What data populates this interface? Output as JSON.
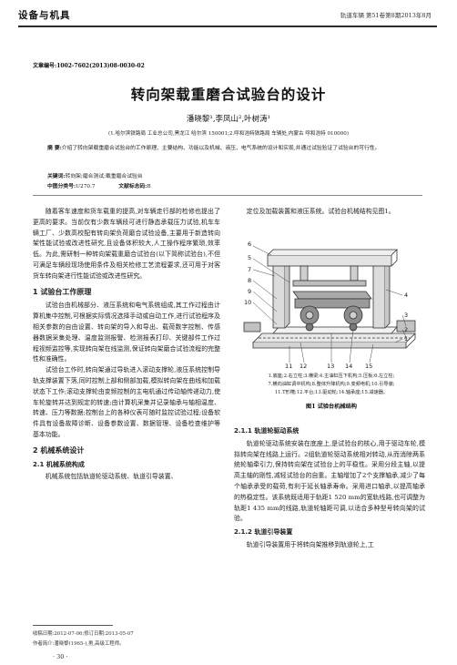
{
  "header": {
    "section": "设备与机具",
    "journal": "轨道车辆  第51卷第8期2013年8月"
  },
  "article_no": "文章编号:1002-7602(2013)08-0030-02",
  "title": "转向架载重磨合试验台的设计",
  "authors": "潘晓黎¹,李凤山²,叶树涛¹",
  "affiliations": "(1.哈尔滨铁路局 工业总公司,黑龙江 哈尔滨 150001;2.呼和浩特铁路局 车辆处,内蒙古 呼和浩特 010000)",
  "abstract": {
    "label": "摘  要:",
    "text": "介绍了转向架载重磨合试验台的工作原理、主要结构、功能以及机械、液压、电气系统的设计和实现,并通过试验验证了试验台的可行性。"
  },
  "keywords": {
    "label": "关键词:",
    "text": "转向架;磨合测试;载重磨合试验台"
  },
  "classification": {
    "clc_label": "中图分类号:",
    "clc": "U270.7",
    "doc_label": "文献标志码:",
    "doc": "B"
  },
  "body_left": {
    "intro": "随着客车速度和货车载重的提高,对车辆走行部的检修也提出了更高的要求。当前仅有少数车辆段可进行静态承载压力试验,机车车辆工厂、少数高校配有转向架负荷磨合试验设备,主要用于新造转向架性能试验或改进性研究,且设备体积较大,人工操作程序繁琐,效率低。为此,需研制一种转向架载重磨合试验台(以下简称试验台),不但可满足车辆段现场使用条件及相关检修工艺流程要求,还可用于对客货车转向架进行性能试验或改进性研究。",
    "sec1_heading": "1  试验台工作原理",
    "sec1_p1": "试验台由机械部分、液压系统和电气系统组成,其工作过程由计算机集中控制,可根据实际情况选择手动或自动工作,进行试验程序及相关参数的自由设置、转向架的导入和导出、载荷数字控制、传感器数据采集处理、温度监测报警、检测报表打印、关键部件工作过程视频监控等,实现转向架在线监测,保证转向架磨合试验流程的完整性和准确性。",
    "sec1_p2": "试验台工作时,转向架通过导轨进入滚动支撑轮,液压系统控制导轨支撑装置下落,同时控制上部和侧部加载,模拟转向架在曲线和加载状态下工作;滚动支撑轮由变频控制的主电机通过传动轴传递动力,使车轮旋转并达到规定的转速;由计算机采集并记录轴承与轴相温度、转速、压力等数据;控制台上的各种仪表可随时监控试验过程;设备软件具有设备故障诊断、设备参数设置、数据管理、设备检查维护等基本功能。",
    "sec2_heading": "2  机械系统设计",
    "sec21_heading": "2.1  机械系统构成",
    "sec21_p1": "机械系统包括轨道轮驱动系统、轨道引导装置、"
  },
  "body_right": {
    "top_text": "定位及加载装置和液压系统。试验台机械结构见图1。",
    "figure": {
      "callouts": [
        "1",
        "2",
        "3",
        "4",
        "5",
        "6",
        "7",
        "8",
        "9",
        "10",
        "11",
        "12",
        "13",
        "14",
        "15"
      ],
      "legend_line1": "1.底座;2.右立柱;3.横梁;4.主油缸压下机构;5.压板;6.左立柱;",
      "legend_line2": "7.横向油缸调中机构;8.整体升降机构;9.变频电机;10.引导装;",
      "legend_line3": "11.T形槽;12.平台;13.驱动轮;14.轴承座;15.减速器。",
      "caption": "图1  试验台机械结构"
    },
    "sec211_heading": "2.1.1  轨道轮驱动系统",
    "sec211_p1": "轨道轮驱动系统安装在底座上,是试验台的核心,用于驱动车轮,模拟转向架在线路上运行。2组轨道轮驱动系统相对转动,从而消除两系统轮轴牵引力,保持转向架在试验台上的平稳性。采用分段主轴,以提高主轴的刚性,减轻试验台的自重。主轴增加了2个支撑轴承,减少了每个轴承承受的载荷,有利于延长轴承寿命。采用进口轴承,以提高轴承的热稳定性。该系统既适用于轨距1 520 mm的宽轨线路,也可调整为轨距1 435 mm的线路,轨道轮轴距可调,以适合多种型号转向架的试验。",
    "sec212_heading": "2.1.2  轨道引导装置",
    "sec212_p1": "轨道引导装置用于将转向架推移到轨道轮上,工"
  },
  "footnotes": {
    "received": "收稿日期:2012-07-06;修订日期:2013-05-07",
    "author_bio": "作者简介:潘晓黎(1965-),男,高级工程师。"
  },
  "page_number": "· 30 ·"
}
